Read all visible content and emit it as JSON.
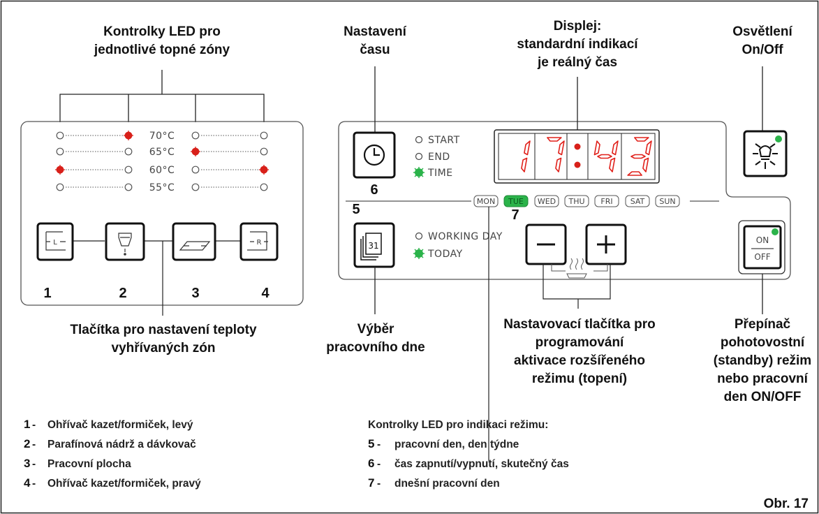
{
  "labels": {
    "led_zones": [
      "Kontrolky LED pro",
      "jednotlivé topné zóny"
    ],
    "time_setting": [
      "Nastavení",
      "času"
    ],
    "display": [
      "Displej:",
      "standardní indikací",
      "je reálný čas"
    ],
    "lighting": [
      "Osvětlení",
      "On/Off"
    ],
    "temp_buttons": [
      "Tlačítka pro nastavení teploty",
      "vyhřívaných zón"
    ],
    "day_select": [
      "Výběr",
      "pracovního dne"
    ],
    "adjust_buttons": [
      "Nastavovací tlačítka pro",
      "programování",
      "aktivace rozšířeného",
      "režimu (topení)"
    ],
    "standby_switch": [
      "Přepínač",
      "pohotovostní",
      "(standby) režim",
      "nebo pracovní",
      "den ON/OFF"
    ]
  },
  "temperatures": [
    "70°C",
    "65°C",
    "60°C",
    "55°C"
  ],
  "button_numbers": [
    "1",
    "2",
    "3",
    "4"
  ],
  "mode_indicators": {
    "start": "START",
    "end": "END",
    "time": "TIME",
    "working_day": "WORKING DAY",
    "today": "TODAY"
  },
  "display_digits": [
    "1",
    "7",
    "4",
    "3"
  ],
  "days": [
    "MON",
    "TUE",
    "WED",
    "THU",
    "FRI",
    "SAT",
    "SUN"
  ],
  "active_day": "TUE",
  "callout_numbers": {
    "six": "6",
    "five": "5",
    "seven": "7"
  },
  "calendar_icon_text": "31",
  "onoff": {
    "on": "ON",
    "off": "OFF"
  },
  "legend_left": [
    {
      "num": "1",
      "text": "Ohřívač kazet/formiček, levý"
    },
    {
      "num": "2",
      "text": "Parafínová nádrž a dávkovač"
    },
    {
      "num": "3",
      "text": "Pracovní plocha"
    },
    {
      "num": "4",
      "text": "Ohřívač kazet/formiček, pravý"
    }
  ],
  "legend_right_title": "Kontrolky LED pro indikaci režimu:",
  "legend_right": [
    {
      "num": "5",
      "text": "pracovní den, den týdne"
    },
    {
      "num": "6",
      "text": "čas zapnutí/vypnutí, skutečný čas"
    },
    {
      "num": "7",
      "text": "dnešní pracovní den"
    }
  ],
  "figure_label": "Obr. 17",
  "colors": {
    "led_red": "#d8201a",
    "led_green": "#2bb34a",
    "display_red": "#e0201a",
    "line": "#222222"
  }
}
